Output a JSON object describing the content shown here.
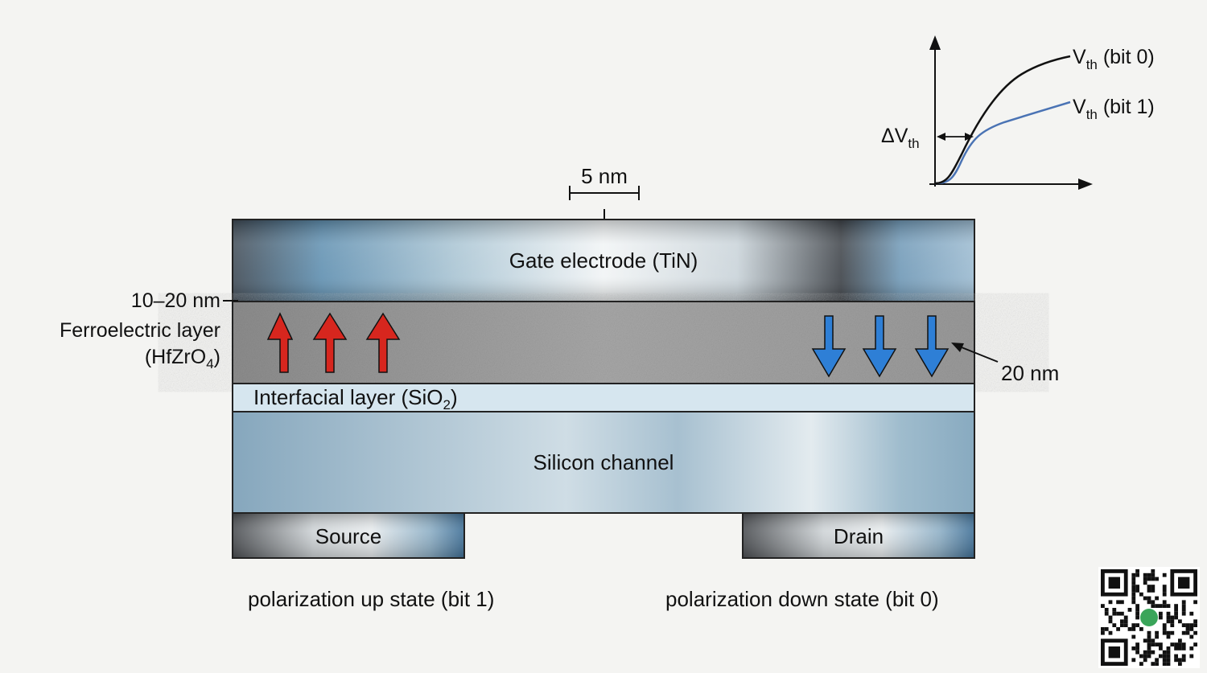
{
  "layers": {
    "gate": "Gate electrode (TiN)",
    "interfacial": "Interfacial layer (SiO",
    "interfacial_sub": "2",
    "interfacial_close": ")",
    "channel": "Silicon channel",
    "source": "Source",
    "drain": "Drain"
  },
  "dimensions": {
    "scale_bar": "5 nm",
    "gate_thickness": "10–20 nm",
    "ferro_thickness": "20 nm"
  },
  "ferroelectric_label": {
    "line1": "Ferroelectric layer",
    "line2_main": "(HfZrO",
    "line2_sub": "4",
    "line2_close": ")"
  },
  "states": {
    "left": "polarization up state (bit 1)",
    "right": "polarization down state (bit 0)"
  },
  "inset": {
    "bit0_main": "V",
    "bit0_sub": "th",
    "bit0_suffix": " (bit 0)",
    "bit1_main": "V",
    "bit1_sub": "th",
    "bit1_suffix": " (bit 1)",
    "delta_main": "ΔV",
    "delta_sub": "th"
  },
  "colors": {
    "up_arrow": "#d7261e",
    "down_arrow": "#2e7fd6",
    "bit1_curve": "#4a73b4",
    "interfacial": "#d6e6ef",
    "ferro": "#9a9a9a"
  }
}
